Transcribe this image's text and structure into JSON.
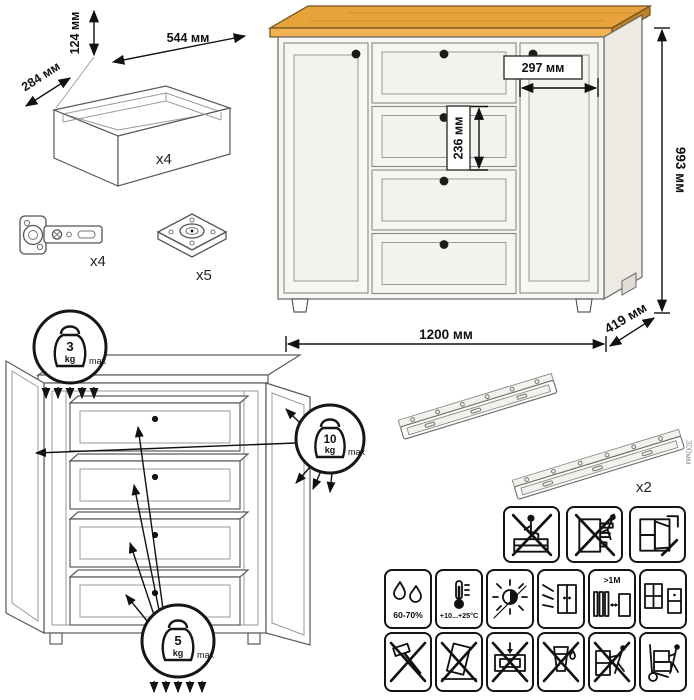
{
  "parts": {
    "drawer_box": {
      "height": "124 мм",
      "width": "544 мм",
      "depth": "284 мм",
      "count": "x4"
    },
    "hinge": {
      "count": "x4"
    },
    "foot": {
      "count": "x5"
    },
    "slides": {
      "count": "x2",
      "length": "300мм"
    }
  },
  "dresser": {
    "width": "1200 мм",
    "height": "993 мм",
    "depth": "419 мм",
    "door_width": "297 мм",
    "drawer_front_height": "236 мм"
  },
  "load_limits": {
    "top": {
      "value": "3",
      "unit": "kg",
      "max_label": "max"
    },
    "doors": {
      "value": "10",
      "unit": "kg",
      "max_label": "max"
    },
    "drawer": {
      "value": "5",
      "unit": "kg",
      "max_label": "max"
    }
  },
  "care": {
    "humidity": "60-70%",
    "temperature": "+10...+25°С",
    "min_distance": ">1M"
  },
  "colors": {
    "wood_top": "#E8A23C",
    "wood_edge": "#F2B254",
    "wood_side": "#C07F24",
    "body": "#F7F6F1",
    "line": "#555555"
  }
}
